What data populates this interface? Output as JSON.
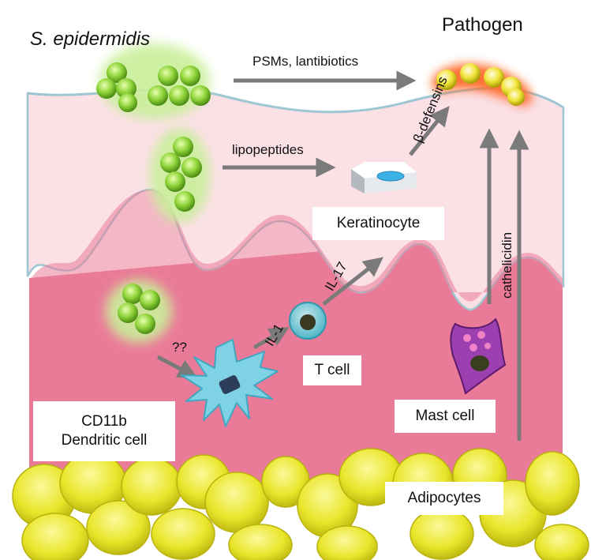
{
  "colors": {
    "epidermis_outer": "#fbe0e6",
    "epidermis_outline": "#9ec6d3",
    "dermis": "#ea7b98",
    "dermis_light": "#f5b5c6",
    "bacteria": "#8fd43a",
    "bacteria_glow": "#c9ef9a",
    "pathogen": "#f1e43a",
    "pathogen_glow": "#ff6a2a",
    "adipocyte": "#e9e529",
    "arrow": "#7a7a7a",
    "dendritic_cell": "#7fd2e4",
    "mast_cell": "#9c3fb0"
  },
  "labels": {
    "s_epidermidis": "S. epidermidis",
    "pathogen": "Pathogen",
    "psms": "PSMs, lantibiotics",
    "lipopeptides": "lipopeptides",
    "beta_defensins": "β-defensins",
    "keratinocyte": "Keratinocyte",
    "cathelicidin": "cathelicidin",
    "il17": "IL-17",
    "il1": "IL-1",
    "unknown": "??",
    "t_cell": "T cell",
    "cd11b_line1": "CD11b",
    "cd11b_line2": "Dendritic cell",
    "mast_cell": "Mast cell",
    "adipocytes": "Adipocytes"
  }
}
